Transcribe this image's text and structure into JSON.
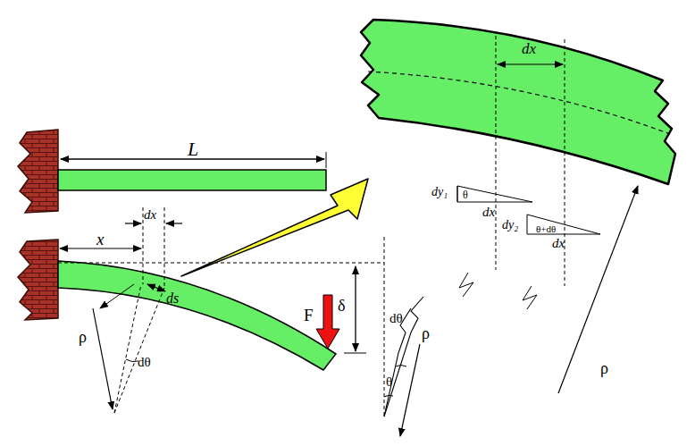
{
  "diagram": {
    "labels": [
      "L",
      "dx",
      "dy₁",
      "θ",
      "dx",
      "dy₂",
      "θ+dθ",
      "dx",
      "x",
      "dx",
      "ds",
      "ρ",
      "dθ",
      "δ",
      "F",
      "dθ",
      "θ",
      "ρ",
      "ρ"
    ]
  }
}
